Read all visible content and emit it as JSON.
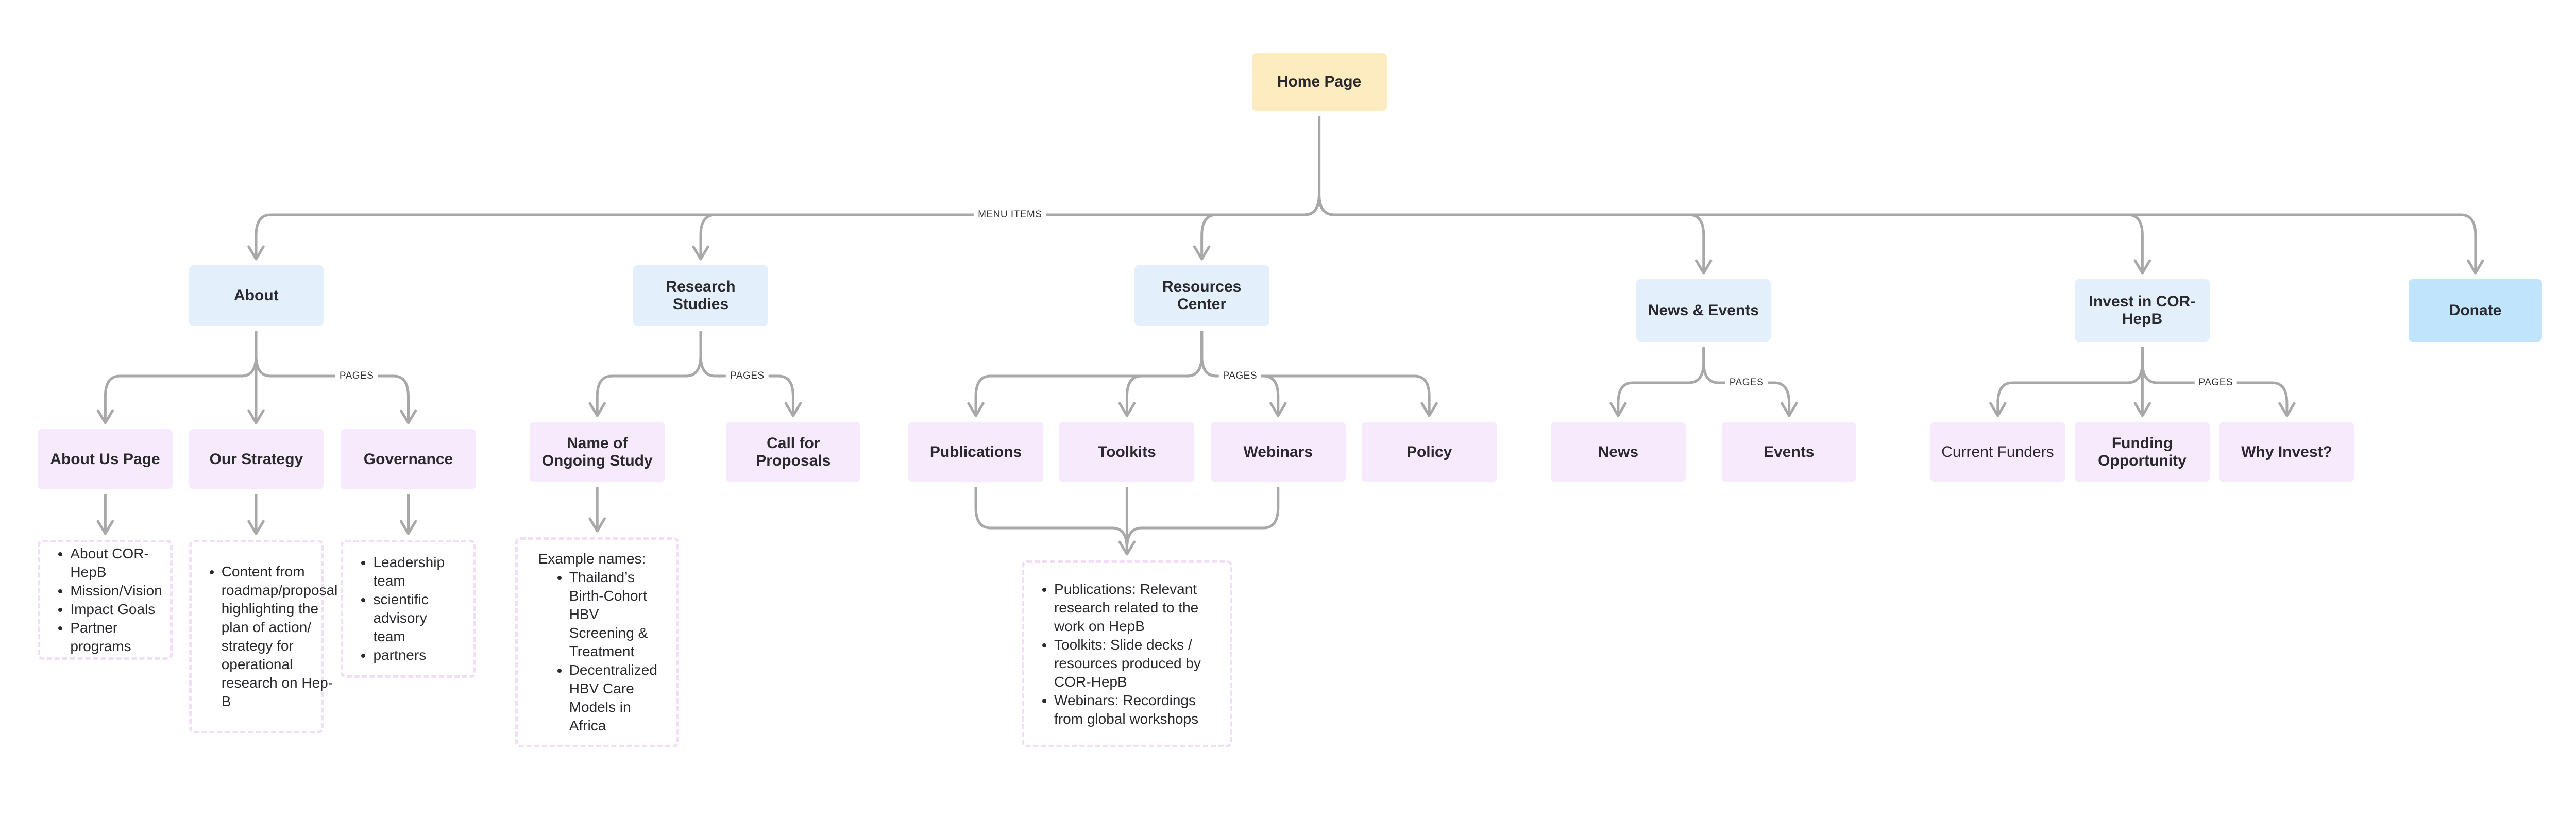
{
  "home": {
    "label": "Home Page"
  },
  "edge_labels": {
    "menu_items": "MENU ITEMS",
    "pages": "PAGES"
  },
  "menu": [
    {
      "label": "About",
      "pages": [
        "About Us Page",
        "Our Strategy",
        "Governance"
      ]
    },
    {
      "label": "Research Studies",
      "pages": [
        "Name of Ongoing Study",
        "Call for Proposals"
      ]
    },
    {
      "label": "Resources Center",
      "pages": [
        "Publications",
        "Toolkits",
        "Webinars",
        "Policy"
      ]
    },
    {
      "label": "News & Events",
      "pages": [
        "News",
        "Events"
      ]
    },
    {
      "label": "Invest in COR-HepB",
      "pages": [
        "Current Funders",
        "Funding Opportunity",
        "Why Invest?"
      ]
    },
    {
      "label": "Donate"
    }
  ],
  "notes": {
    "about_us": [
      "About COR-HepB",
      "Mission/Vision",
      "Impact Goals",
      "Partner programs"
    ],
    "strategy": [
      "Content from roadmap/proposal highlighting the plan of action/ strategy for operational research on Hep-B"
    ],
    "governance": [
      "Leadership team",
      "scientific advisory team",
      "partners"
    ],
    "study": {
      "intro": "Example names:",
      "items": [
        "Thailand’s Birth-Cohort HBV Screening & Treatment",
        "Decentralized HBV Care Models in Africa"
      ]
    },
    "resources": [
      "Publications: Relevant research related to the work on HepB",
      "Toolkits: Slide decks / resources produced by COR-HepB",
      "Webinars: Recordings from global workshops"
    ]
  },
  "colors": {
    "home": "#fdecbf",
    "menu_item": "#e3f0fc",
    "donate": "#c0e4fb",
    "page": "#f7eafc",
    "note_border": "#f3def8",
    "connector": "#a8a8a8"
  }
}
